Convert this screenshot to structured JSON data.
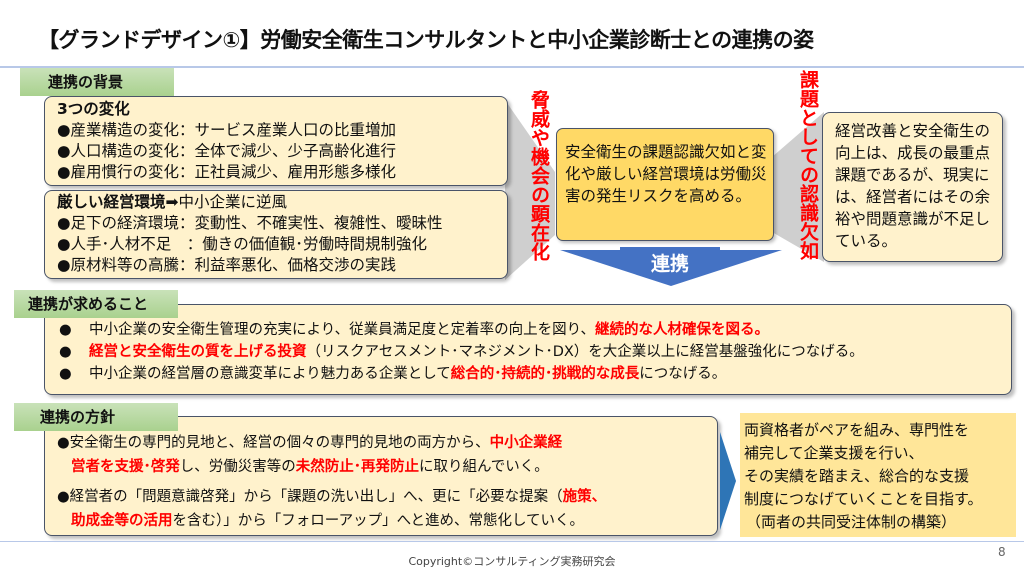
{
  "title": "【グランドデザイン①】労働安全衛生コンサルタントと中小企業診断士との連携の姿",
  "background": {
    "tab": "連携の背景",
    "changes": {
      "heading": "3つの変化",
      "items": [
        "●産業構造の変化：サービス産業人口の比重増加",
        "●人口構造の変化：全体で減少、少子高齢化進行",
        "●雇用慣行の変化：正社員減少、雇用形態多様化"
      ]
    },
    "environment": {
      "heading_bold": "厳しい経営環境",
      "heading_rest": "➡中小企業に逆風",
      "items": [
        "●足下の経済環境：変動性、不確実性、複雑性、曖昧性",
        "●人手･人材不足　：働きの価値観･労働時間規制強化",
        "●原材料等の高騰：利益率悪化、価格交渉の実践"
      ]
    }
  },
  "threat_label": "脅威や機会の顕在化",
  "center_text": "安全衛生の課題認識欠如と変化や厳しい経営環境は労働災害の発生リスクを高める。",
  "collab_arrow": "連携",
  "issue_label": "課題としての認識欠如",
  "right_text": "経営改善と安全衛生の向上は、成長の最重点課題であるが、現実には、経営者にはその余裕や問題意識が不足している。",
  "requirements": {
    "tab": "連携が求めること",
    "items": [
      [
        {
          "t": "中小企業の安全衛生管理の充実により、従業員満足度と定着率の向上を図り、"
        },
        {
          "t": "継続的な人材確保を図る。",
          "red": true
        }
      ],
      [
        {
          "t": "経営と安全衛生の質を上げる投資",
          "red": true
        },
        {
          "t": "（リスクアセスメント･マネジメント･DX）を大企業以上に経営基盤強化につなげる。"
        }
      ],
      [
        {
          "t": "中小企業の経営層の意識変革により魅力ある企業として"
        },
        {
          "t": "総合的･持続的･挑戦的な成長",
          "red": true
        },
        {
          "t": "につなげる。"
        }
      ]
    ]
  },
  "policy": {
    "tab": "連携の方針",
    "item1_line1": [
      {
        "t": "●安全衛生の専門的見地と、経営の個々の専門的見地の両方から、"
      },
      {
        "t": "中小企業経",
        "red": true
      }
    ],
    "item1_line2": [
      {
        "t": "営者を支援･啓発",
        "red": true
      },
      {
        "t": "し、労働災害等の"
      },
      {
        "t": "未然防止･再発防止",
        "red": true
      },
      {
        "t": "に取り組んでいく。"
      }
    ],
    "item2_line1": [
      {
        "t": "●経営者の「問題意識啓発」から「課題の洗い出し」へ、更に「必要な提案（"
      },
      {
        "t": "施策、",
        "red": true
      }
    ],
    "item2_line2": [
      {
        "t": "助成金等の活用",
        "red": true
      },
      {
        "t": "を含む）」から「フォローアップ」へと進め、常態化していく。"
      }
    ],
    "goal_lines": [
      "両資格者がペアを組み、専門性を",
      "補完して企業支援を行い、",
      "その実績を踏まえ、総合的な支援",
      "制度につなげていくことを目指す。",
      "（両者の共同受注体制の構築）"
    ]
  },
  "footer": {
    "copyright": "Copyright©コンサルティング実務研究会",
    "page": "8"
  },
  "colors": {
    "red": "#ff0000",
    "cream": "#fff2cc",
    "gold": "#ffd966",
    "blue": "#4472c4",
    "green": "#a9d18e"
  }
}
